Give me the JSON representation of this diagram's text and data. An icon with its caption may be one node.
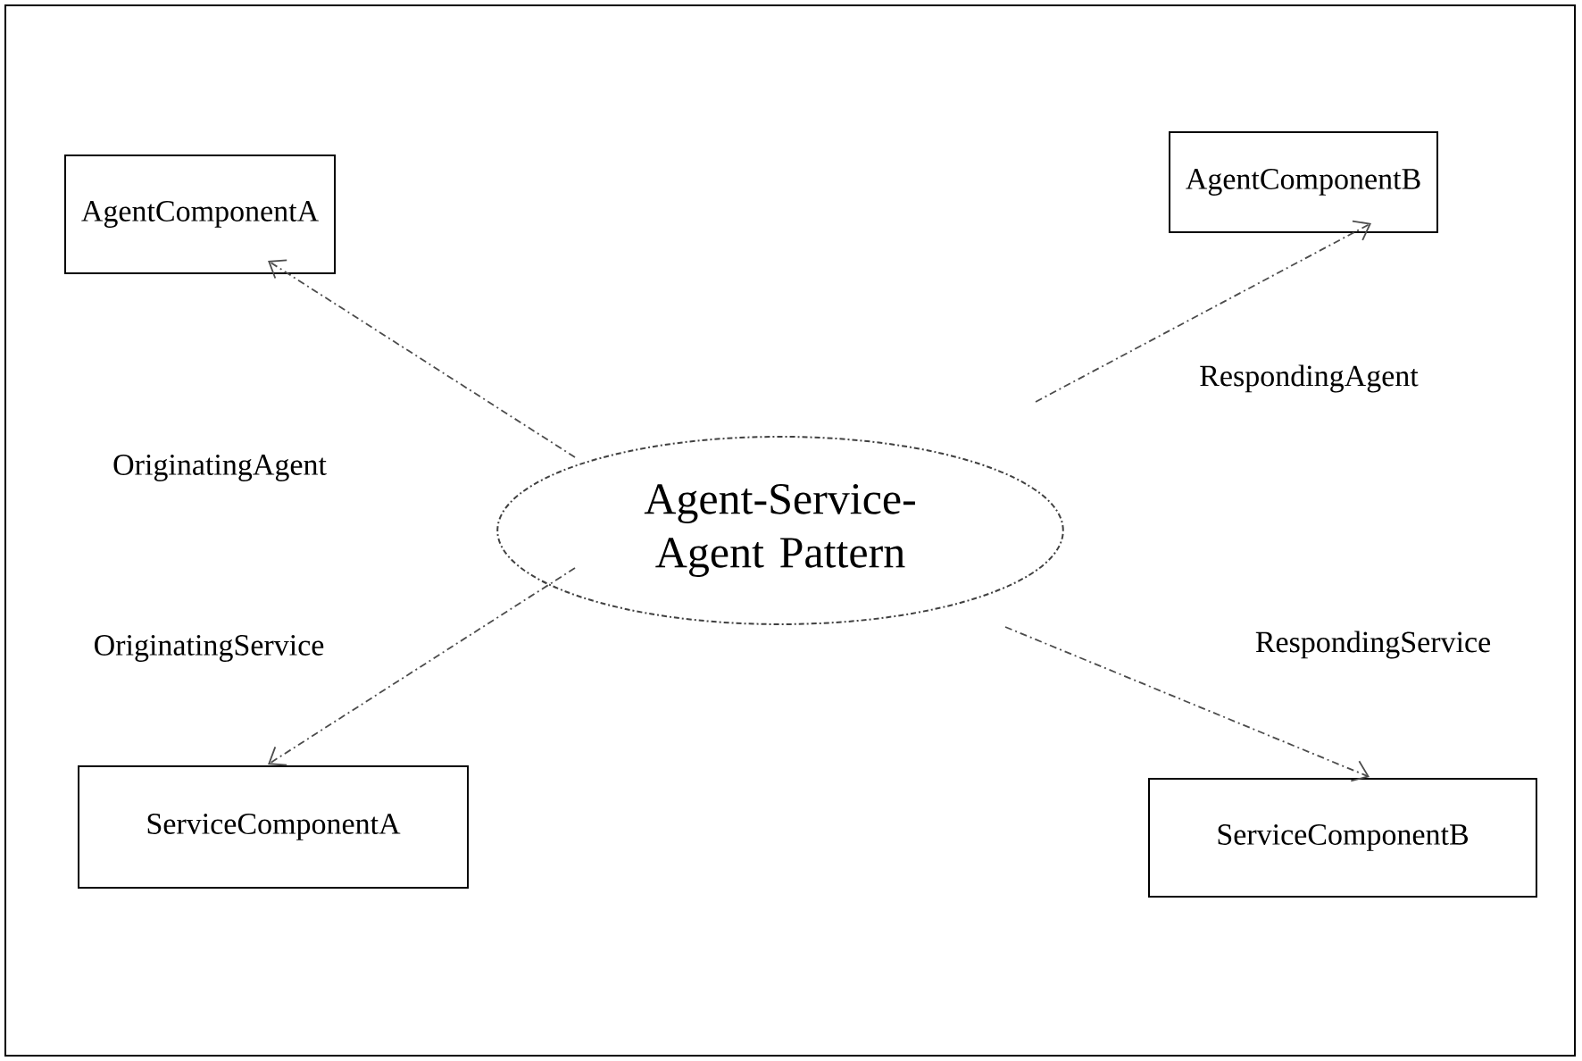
{
  "diagram": {
    "nodes": [
      {
        "text": [
          "Agent-Service-Agent Pattern"
        ]
      },
      {
        "text": [
          "AgentComponentA"
        ]
      },
      {
        "text": [
          "AgentComponentB"
        ]
      },
      {
        "text": [
          "ServiceComponentA"
        ]
      },
      {
        "text": [
          "ServiceComponentB"
        ]
      }
    ],
    "edges": [
      {
        "from": 0,
        "to": 1,
        "arrow": "to",
        "style": "dashed",
        "label": "OriginatingAgent"
      },
      {
        "from": 0,
        "to": 2,
        "arrow": "to",
        "style": "dashed",
        "label": "RespondingAgent"
      },
      {
        "from": 0,
        "to": 3,
        "arrow": "to",
        "style": "dashed",
        "label": "OriginatingService"
      },
      {
        "from": 0,
        "to": 4,
        "arrow": "to",
        "style": "dashed",
        "label": "RespondingService"
      }
    ]
  }
}
